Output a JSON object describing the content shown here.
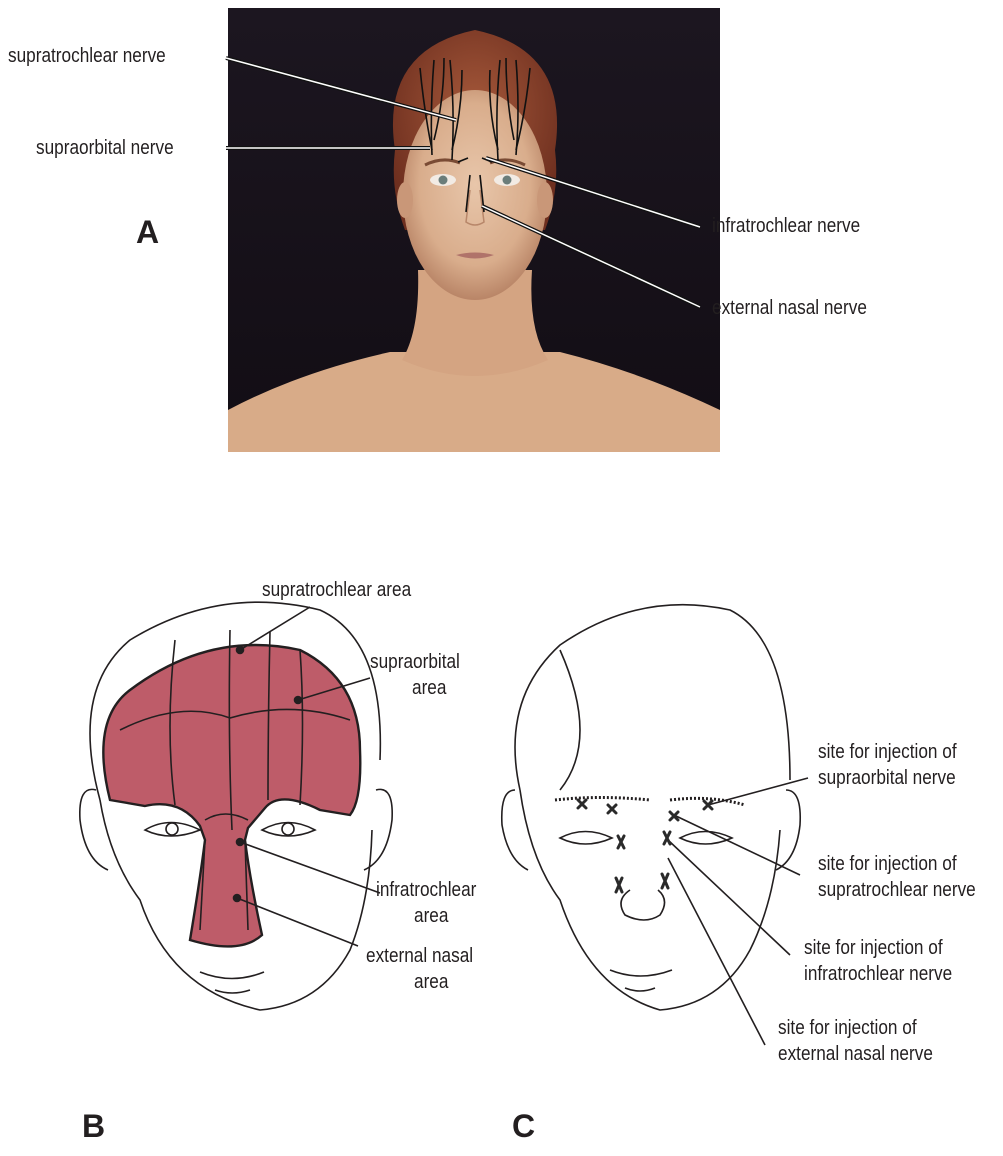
{
  "panel_a": {
    "letter": "A",
    "labels": {
      "supratrochlear": "supratrochlear nerve",
      "supraorbital": "supraorbital nerve",
      "infratrochlear": "infratrochlear nerve",
      "external_nasal": "external nasal nerve"
    }
  },
  "panel_b": {
    "letter": "B",
    "labels": {
      "supratrochlear_area": "supratrochlear area",
      "supraorbital_line1": "supraorbital",
      "supraorbital_line2": "area",
      "infratrochlear_line1": "infratrochlear",
      "infratrochlear_line2": "area",
      "external_nasal_line1": "external nasal",
      "external_nasal_line2": "area"
    },
    "shade_color": "#b3404f"
  },
  "panel_c": {
    "letter": "C",
    "labels": {
      "supraorbital_line1": "site for injection of",
      "supraorbital_line2": "supraorbital nerve",
      "supratrochlear_line1": "site for injection of",
      "supratrochlear_line2": "supratrochlear nerve",
      "infratrochlear_line1": "site for injection of",
      "infratrochlear_line2": "infratrochlear nerve",
      "external_nasal_line1": "site for injection of",
      "external_nasal_line2": "external nasal nerve"
    }
  }
}
